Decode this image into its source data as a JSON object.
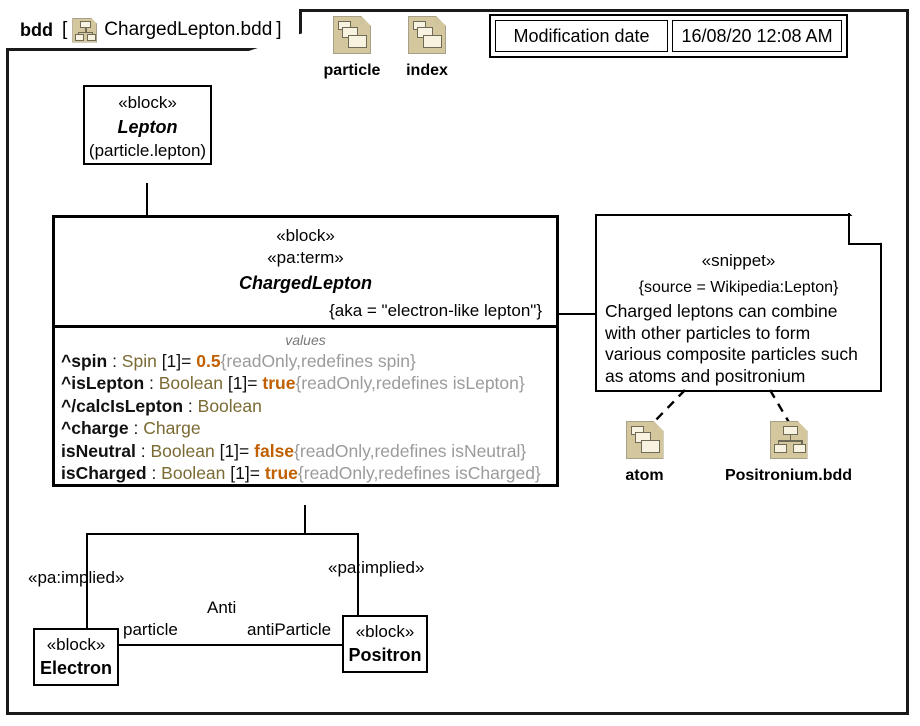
{
  "diagram": {
    "kind": "bdd",
    "bracket_open": "[",
    "bracket_close": "]",
    "name": "ChargedLepton.bdd",
    "frame_icon": "bdd-tree-icon"
  },
  "desktop_icons": [
    {
      "label": "particle",
      "icon": "package-icon"
    },
    {
      "label": "index",
      "icon": "package-icon"
    }
  ],
  "modification": {
    "label": "Modification date",
    "value": "16/08/20 12:08 AM"
  },
  "blocks": {
    "lepton": {
      "stereotype": "«block»",
      "name": "Lepton",
      "qualified": "(particle.lepton)"
    },
    "charged_lepton": {
      "stereotype1": "«block»",
      "stereotype2": "«pa:term»",
      "name": "ChargedLepton",
      "aka": "{aka = \"electron-like lepton\"}",
      "compartment_title": "values",
      "values": [
        {
          "name": "^spin",
          "colon": " : ",
          "type": "Spin",
          "mult": " [1]",
          "eq": "= ",
          "value": "0.5",
          "constraints": "{readOnly,redefines spin}"
        },
        {
          "name": "^isLepton",
          "colon": " : ",
          "type": "Boolean",
          "mult": " [1]",
          "eq": "= ",
          "value": "true",
          "constraints": "{readOnly,redefines isLepton}"
        },
        {
          "name": "^/calcIsLepton",
          "colon": " : ",
          "type": "Boolean",
          "mult": "",
          "eq": "",
          "value": "",
          "constraints": ""
        },
        {
          "name": "^charge",
          "colon": " : ",
          "type": "Charge",
          "mult": "",
          "eq": "",
          "value": "",
          "constraints": ""
        },
        {
          "name": "isNeutral",
          "colon": " : ",
          "type": "Boolean",
          "mult": " [1]",
          "eq": "= ",
          "value": "false",
          "constraints": "{readOnly,redefines isNeutral}"
        },
        {
          "name": "isCharged",
          "colon": " : ",
          "type": "Boolean",
          "mult": " [1]",
          "eq": "= ",
          "value": "true",
          "constraints": "{readOnly,redefines isCharged}"
        }
      ]
    },
    "electron": {
      "stereotype": "«block»",
      "name": "Electron"
    },
    "positron": {
      "stereotype": "«block»",
      "name": "Positron"
    }
  },
  "snippet": {
    "stereotype": "«snippet»",
    "source": "{source = Wikipedia:Lepton}",
    "body_lines": [
      "Charged leptons can combine",
      "with other particles to form",
      "various composite particles such",
      "as atoms and positronium"
    ]
  },
  "snippet_refs": [
    {
      "label": "atom",
      "icon": "package-icon"
    },
    {
      "label": "Positronium.bdd",
      "icon": "bdd-tree-icon"
    }
  ],
  "edges": {
    "electron_stereotype": "«pa:implied»",
    "positron_stereotype": "«pa:implied»",
    "association_name": "Anti",
    "end_left": "particle",
    "end_right": "antiParticle"
  },
  "colors": {
    "line": "#000000",
    "icon_fill": "#d4c79e",
    "icon_shape": "#f7f3e0",
    "value_literal": "#c06000",
    "type_name": "#7a6a33",
    "constraint": "#9b9b9b",
    "compartment_title": "#777777"
  }
}
